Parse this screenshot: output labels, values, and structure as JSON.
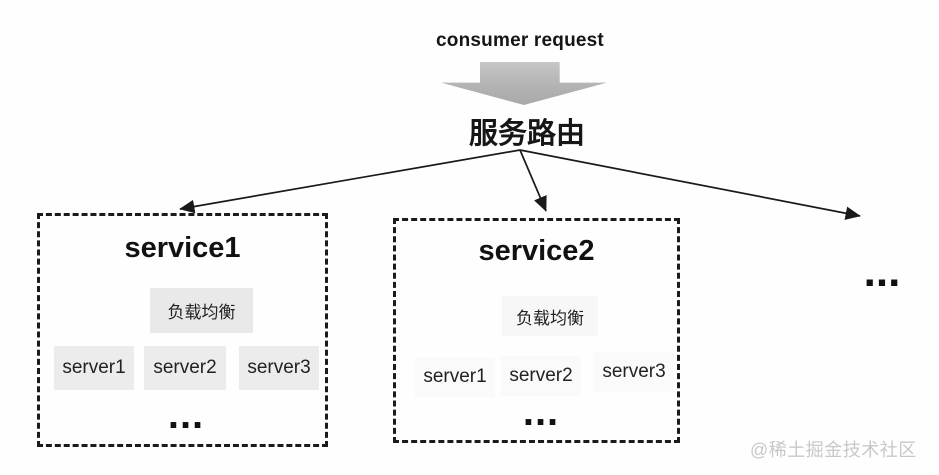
{
  "header": {
    "consumer_request_label": "consumer request",
    "router_label": "服务路由"
  },
  "services": [
    {
      "title": "service1",
      "load_balancer": "负载均衡",
      "servers": [
        "server1",
        "server2",
        "server3"
      ],
      "more_servers_ellipsis": "..."
    },
    {
      "title": "service2",
      "load_balancer": "负载均衡",
      "servers": [
        "server1",
        "server2",
        "server3"
      ],
      "more_servers_ellipsis": "..."
    }
  ],
  "more_services_ellipsis": "...",
  "watermark": "@稀土掘金技术社区",
  "colors": {
    "ink": "#1a1a1a",
    "block_arrow_gray": "#b5b5b5",
    "chip_bg": "#e9e9e9",
    "chip_bg_faint": "#f7f7f7",
    "watermark_gray": "#c8c8c8",
    "background": "#fefefe"
  }
}
